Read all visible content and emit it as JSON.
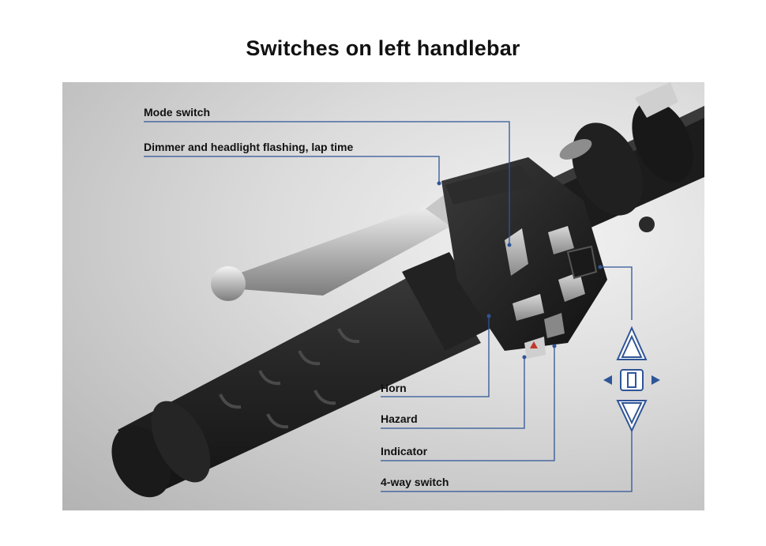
{
  "title": "Switches on left handlebar",
  "labels": {
    "mode_switch": "Mode switch",
    "dimmer": "Dimmer and headlight flashing, lap time",
    "horn": "Horn",
    "hazard": "Hazard",
    "indicator": "Indicator",
    "four_way": "4-way switch"
  },
  "colors": {
    "leader_line": "#2f5597",
    "label_text": "#111111",
    "icon_blue": "#2f5597"
  }
}
